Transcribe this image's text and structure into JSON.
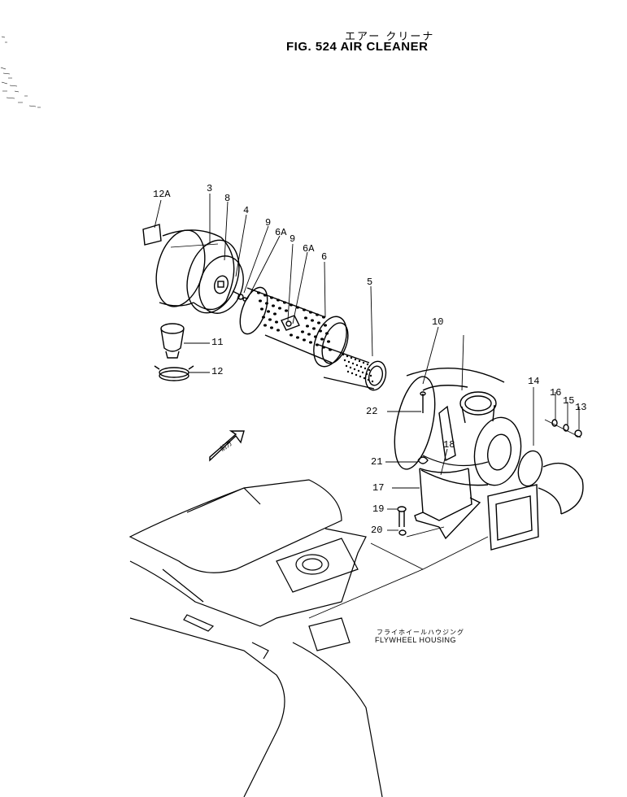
{
  "figure": {
    "title_jp": "エアー クリーナ",
    "title_en": "FIG. 524  AIR  CLEANER"
  },
  "callouts": [
    {
      "id": "c12A",
      "label": "12A"
    },
    {
      "id": "c3",
      "label": "3"
    },
    {
      "id": "c8",
      "label": "8"
    },
    {
      "id": "c4",
      "label": "4"
    },
    {
      "id": "c9a",
      "label": "9"
    },
    {
      "id": "c6Aa",
      "label": "6A"
    },
    {
      "id": "c9b",
      "label": "9"
    },
    {
      "id": "c6Ab",
      "label": "6A"
    },
    {
      "id": "c6",
      "label": "6"
    },
    {
      "id": "c5",
      "label": "5"
    },
    {
      "id": "c10",
      "label": "10"
    },
    {
      "id": "c11",
      "label": "11"
    },
    {
      "id": "c12",
      "label": "12"
    },
    {
      "id": "c22",
      "label": "22"
    },
    {
      "id": "c14",
      "label": "14"
    },
    {
      "id": "c16",
      "label": "16"
    },
    {
      "id": "c15",
      "label": "15"
    },
    {
      "id": "c13",
      "label": "13"
    },
    {
      "id": "c18",
      "label": "18"
    },
    {
      "id": "c21",
      "label": "21"
    },
    {
      "id": "c17",
      "label": "17"
    },
    {
      "id": "c19",
      "label": "19"
    },
    {
      "id": "c20",
      "label": "20"
    }
  ],
  "notes": {
    "flywheel_jp": "フライホイールハウジング",
    "flywheel_en": "FLYWHEEL HOUSING",
    "direction_jp": "前方"
  }
}
